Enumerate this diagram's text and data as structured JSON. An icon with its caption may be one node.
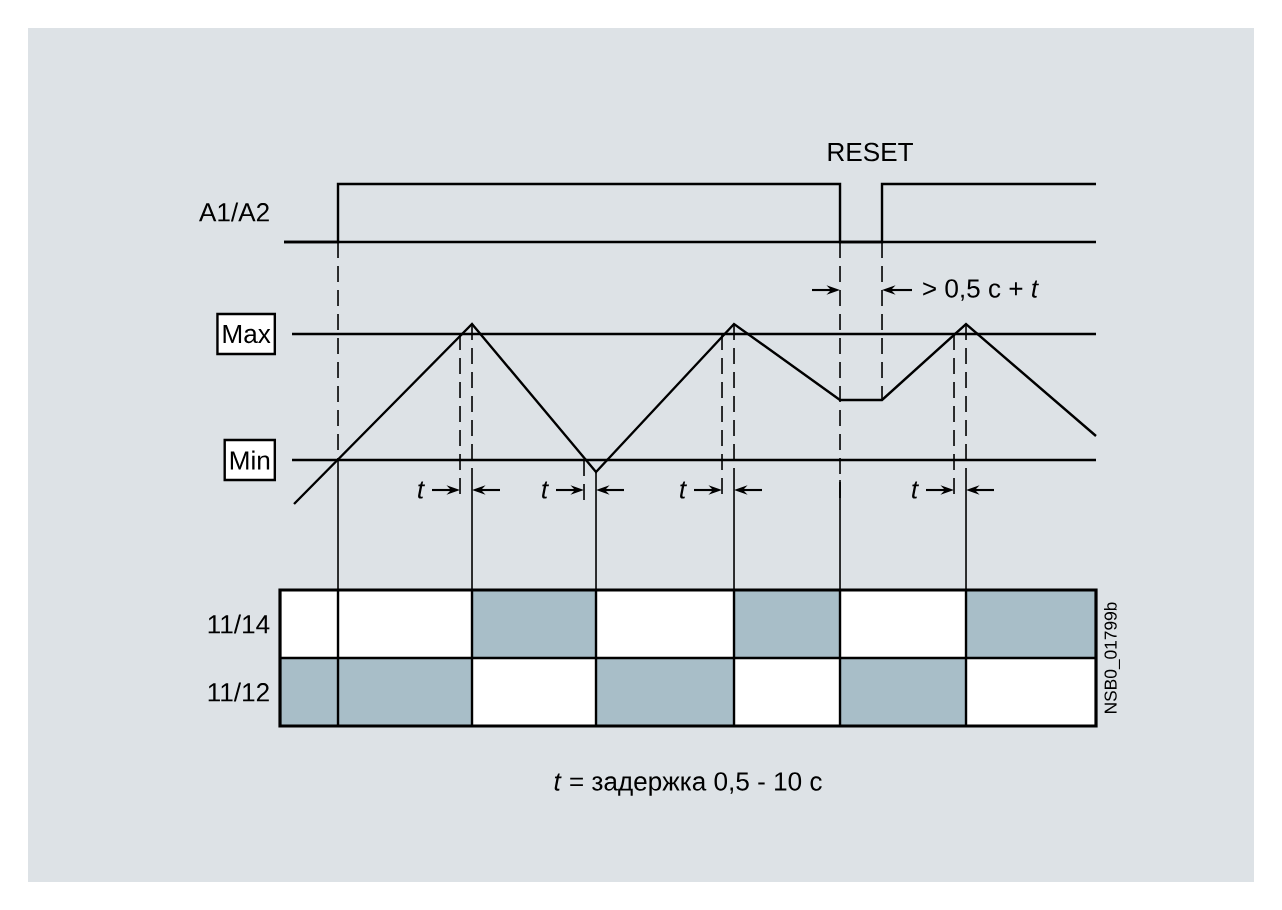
{
  "diagram": {
    "caption": "*t* = задержка 0,5 - 10 с",
    "nodes": [
      {
        "text": [
          "Max"
        ]
      },
      {
        "text": [
          "Min"
        ]
      }
    ],
    "labels": [
      "RESET",
      "A1/A2",
      "> 0,5 c + *t*",
      "t",
      "t",
      "t",
      "t",
      "11/14",
      "11/12",
      "NSB0_01799b"
    ]
  }
}
